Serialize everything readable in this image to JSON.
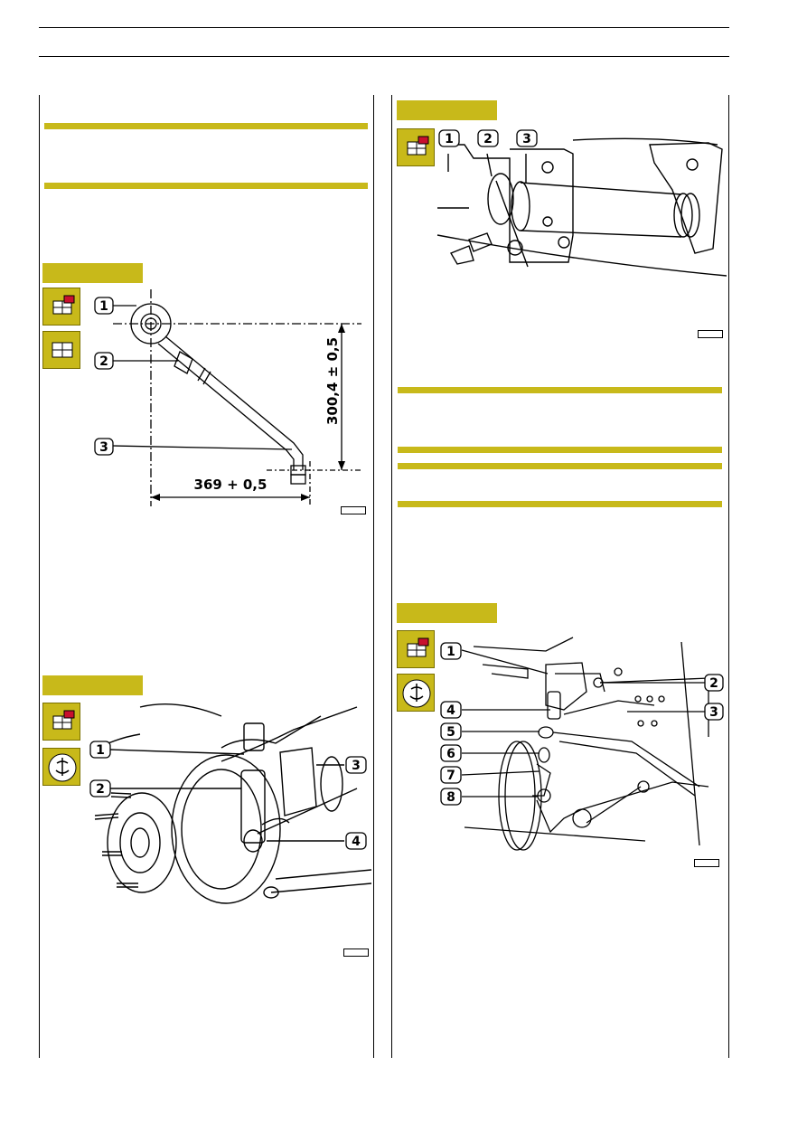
{
  "colors": {
    "accent": "#c8b91a",
    "ink": "#000000",
    "icon_red": "#c8102e"
  },
  "icons": {
    "remove_refit": "remove-refit-icon",
    "check_adjust": "check-adjust-icon",
    "lubricate": "lubricate-icon"
  },
  "fig_left_top": {
    "callouts": [
      "1",
      "2",
      "3"
    ],
    "dim_vertical": "300,4 ± 0,5",
    "dim_horizontal": "369 + 0,5"
  },
  "fig_left_bottom": {
    "callouts": [
      "1",
      "2",
      "3",
      "4"
    ]
  },
  "fig_right_top": {
    "callouts": [
      "1",
      "2",
      "3"
    ]
  },
  "fig_right_bottom": {
    "callouts": [
      "1",
      "2",
      "3",
      "4",
      "5",
      "6",
      "7",
      "8"
    ]
  }
}
